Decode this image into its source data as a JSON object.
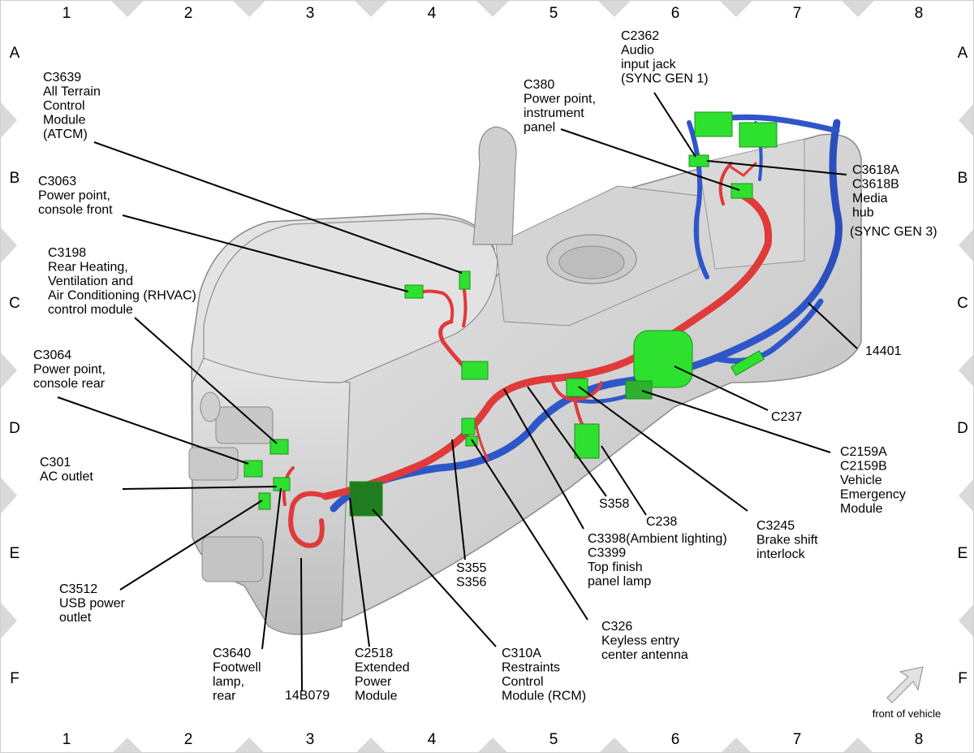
{
  "grid": {
    "columns": [
      "1",
      "2",
      "3",
      "4",
      "5",
      "6",
      "7",
      "8"
    ],
    "rows": [
      "A",
      "B",
      "C",
      "D",
      "E",
      "F"
    ]
  },
  "colors": {
    "harness_red": "#e03a3a",
    "harness_blue": "#2f56c9",
    "connector_green": "#2fe12f",
    "console_gray": "#d6d6d6"
  },
  "callouts": [
    {
      "id": "c3639",
      "lines": [
        "C3639",
        "All Terrain",
        "Control",
        "Module",
        "(ATCM)"
      ]
    },
    {
      "id": "c3063",
      "lines": [
        "C3063",
        "Power point,",
        "console front"
      ]
    },
    {
      "id": "c3198",
      "lines": [
        "C3198",
        "Rear Heating,",
        "Ventilation and",
        "Air Conditioning (RHVAC)",
        "control module"
      ]
    },
    {
      "id": "c3064",
      "lines": [
        "C3064",
        "Power point,",
        "console rear"
      ]
    },
    {
      "id": "c301",
      "lines": [
        "C301",
        "AC outlet"
      ]
    },
    {
      "id": "c3512",
      "lines": [
        "C3512",
        "USB power",
        "outlet"
      ]
    },
    {
      "id": "c3640",
      "lines": [
        "C3640",
        "Footwell",
        "lamp,",
        "rear"
      ]
    },
    {
      "id": "14b079",
      "lines": [
        "14B079"
      ]
    },
    {
      "id": "c2518",
      "lines": [
        "C2518",
        "Extended",
        "Power",
        "Module"
      ]
    },
    {
      "id": "c310a",
      "lines": [
        "C310A",
        "Restraints",
        "Control",
        "Module (RCM)"
      ]
    },
    {
      "id": "s355",
      "lines": [
        "S355",
        "S356"
      ]
    },
    {
      "id": "c326",
      "lines": [
        "C326",
        "Keyless entry",
        "center antenna"
      ]
    },
    {
      "id": "c3398",
      "lines": [
        "C3398(Ambient lighting)",
        "C3399",
        "Top finish",
        "panel lamp"
      ]
    },
    {
      "id": "s358",
      "lines": [
        "S358"
      ]
    },
    {
      "id": "c238",
      "lines": [
        "C238"
      ]
    },
    {
      "id": "c3245",
      "lines": [
        "C3245",
        "Brake shift",
        "interlock"
      ]
    },
    {
      "id": "c2159",
      "lines": [
        "C2159A",
        "C2159B",
        "Vehicle",
        "Emergency",
        "Module"
      ]
    },
    {
      "id": "c237",
      "lines": [
        "C237"
      ]
    },
    {
      "id": "14401",
      "lines": [
        "14401"
      ]
    },
    {
      "id": "c3618",
      "lines": [
        "C3618A",
        "C3618B",
        "Media",
        "hub"
      ]
    },
    {
      "id": "sync3",
      "lines": [
        "(SYNC GEN 3)"
      ]
    },
    {
      "id": "c380",
      "lines": [
        "C380",
        "Power point,",
        "instrument",
        "panel"
      ]
    },
    {
      "id": "c2362",
      "lines": [
        "C2362",
        "Audio",
        "input jack",
        "(SYNC GEN 1)"
      ]
    }
  ],
  "front_of_vehicle": "front of vehicle"
}
